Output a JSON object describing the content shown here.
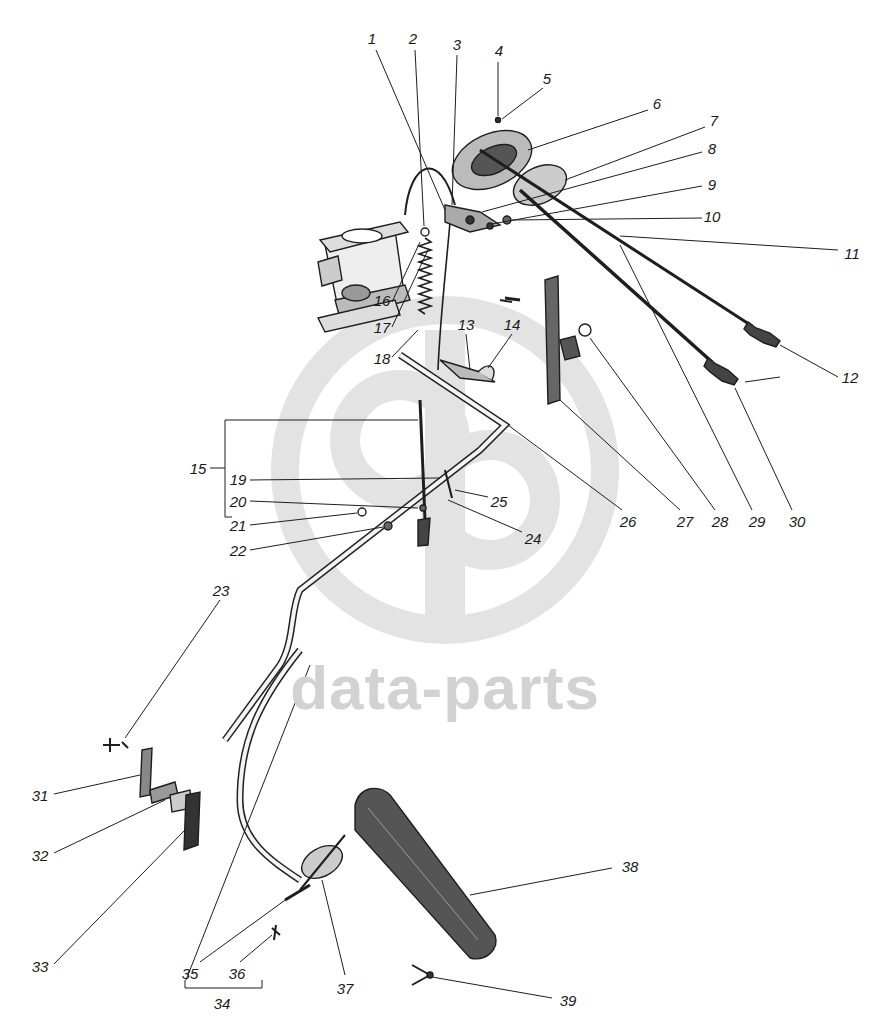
{
  "diagram": {
    "labels": [
      "1",
      "2",
      "3",
      "4",
      "5",
      "6",
      "7",
      "8",
      "9",
      "10",
      "11",
      "12",
      "13",
      "14",
      "15",
      "16",
      "17",
      "18",
      "19",
      "20",
      "21",
      "22",
      "23",
      "24",
      "25",
      "26",
      "27",
      "28",
      "29",
      "30",
      "31",
      "32",
      "33",
      "34",
      "35",
      "36",
      "37",
      "38",
      "39",
      "data-parts"
    ]
  }
}
